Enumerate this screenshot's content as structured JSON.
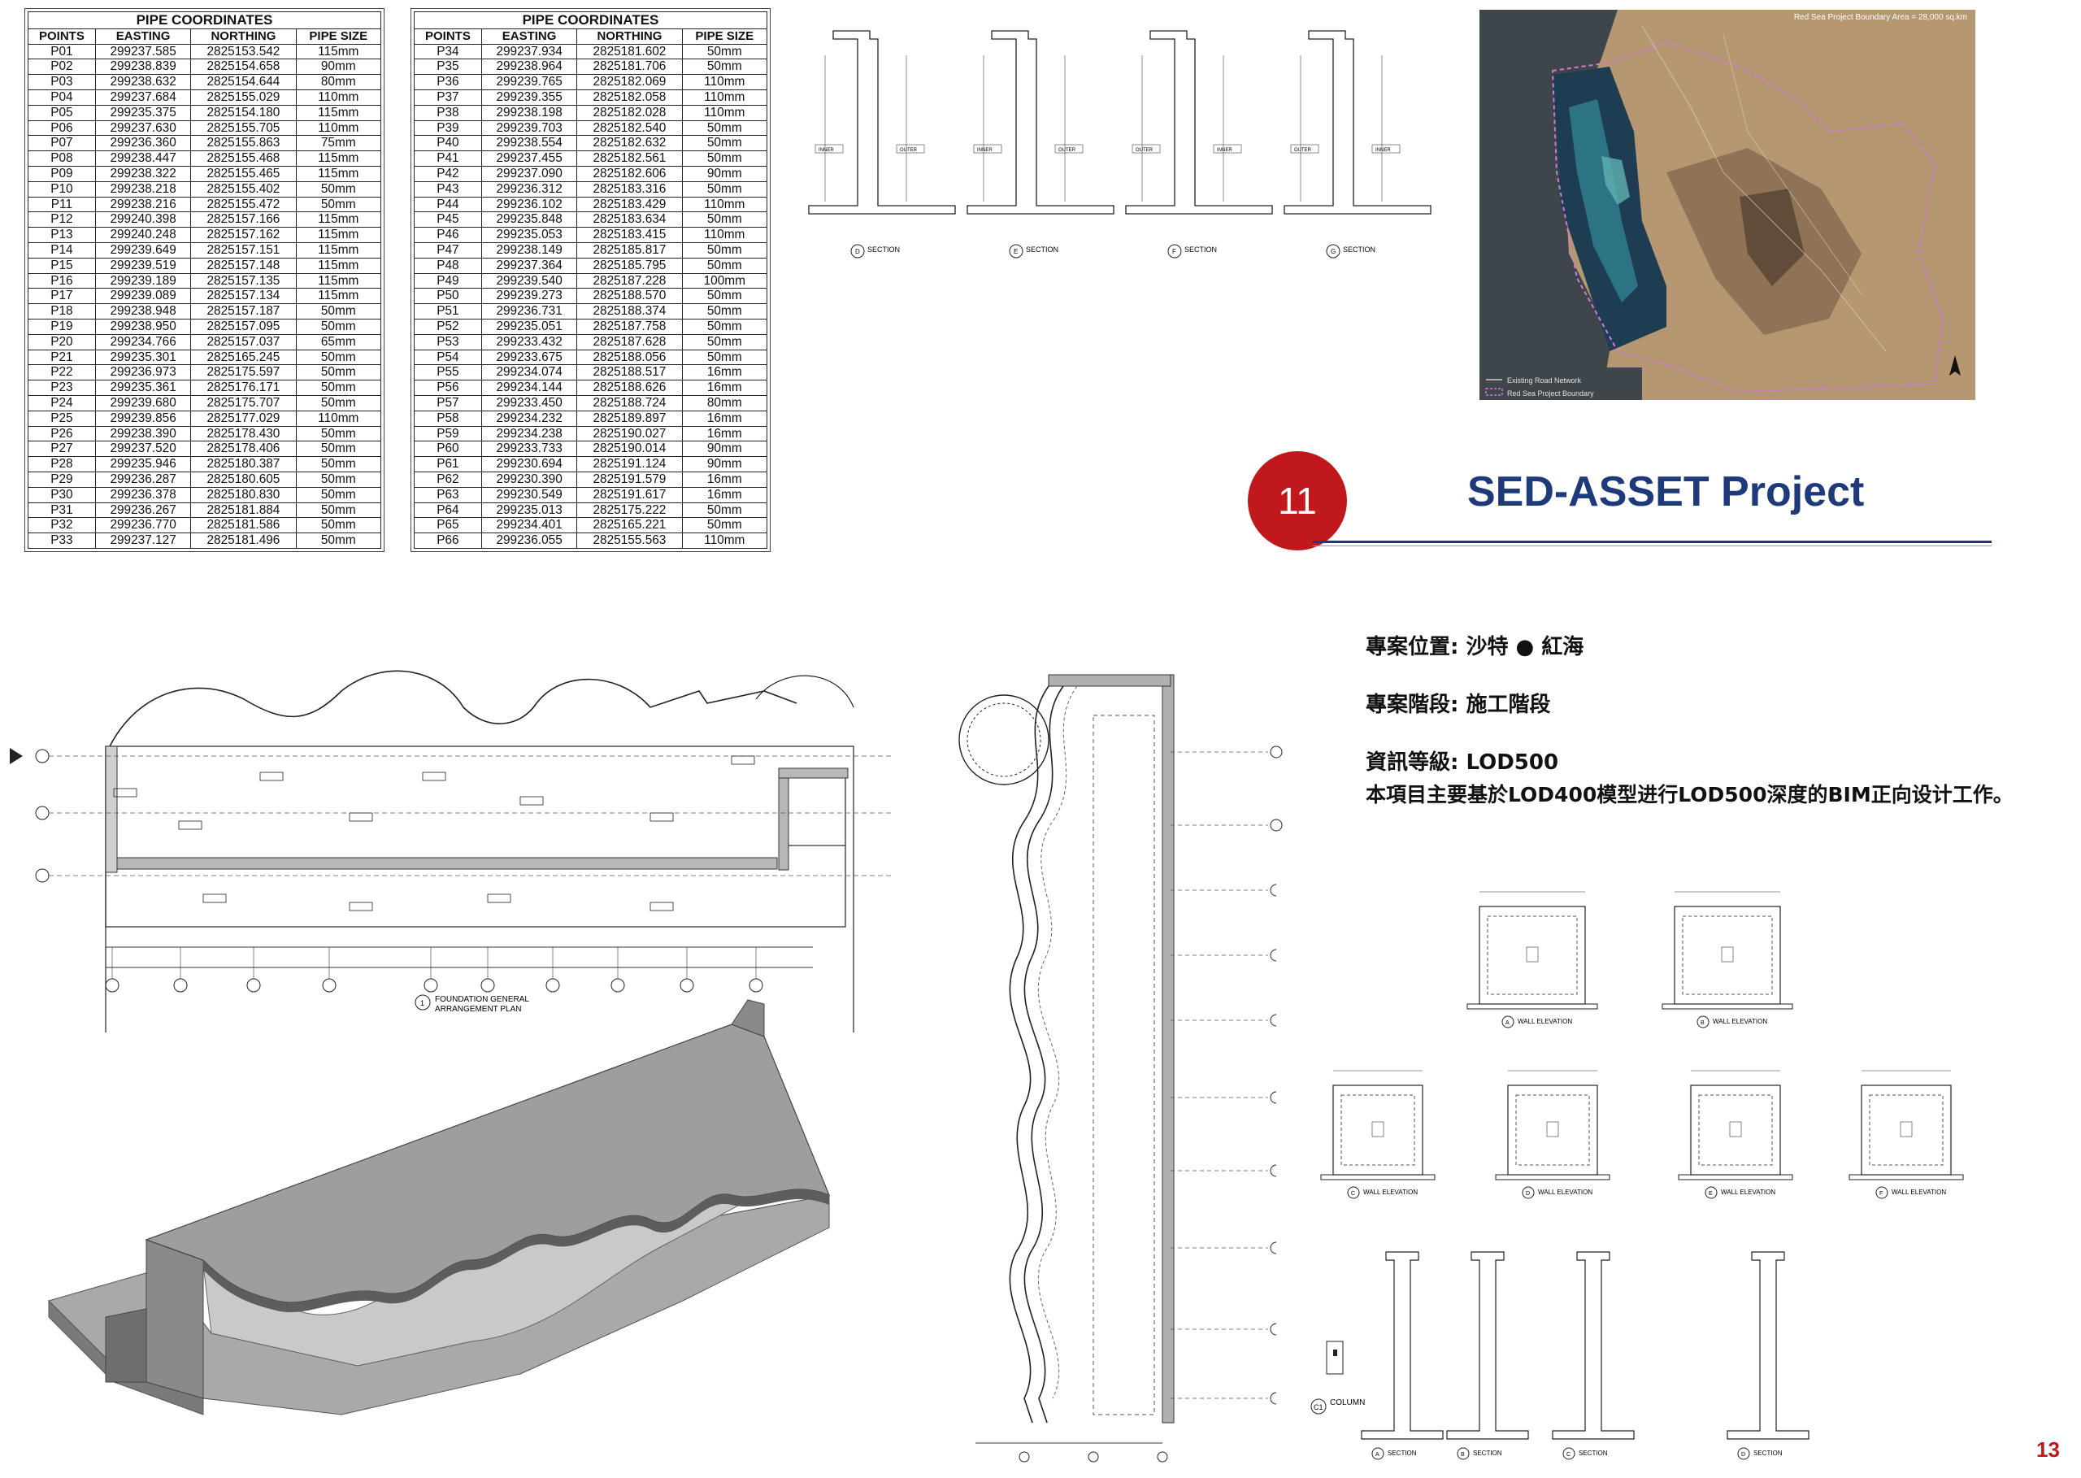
{
  "tables": [
    {
      "title": "PIPE COORDINATES",
      "headers": [
        "POINTS",
        "EASTING",
        "NORTHING",
        "PIPE SIZE"
      ],
      "rows": [
        [
          "P01",
          "299237.585",
          "2825153.542",
          "115mm"
        ],
        [
          "P02",
          "299238.839",
          "2825154.658",
          "90mm"
        ],
        [
          "P03",
          "299238.632",
          "2825154.644",
          "80mm"
        ],
        [
          "P04",
          "299237.684",
          "2825155.029",
          "110mm"
        ],
        [
          "P05",
          "299235.375",
          "2825154.180",
          "115mm"
        ],
        [
          "P06",
          "299237.630",
          "2825155.705",
          "110mm"
        ],
        [
          "P07",
          "299236.360",
          "2825155.863",
          "75mm"
        ],
        [
          "P08",
          "299238.447",
          "2825155.468",
          "115mm"
        ],
        [
          "P09",
          "299238.322",
          "2825155.465",
          "115mm"
        ],
        [
          "P10",
          "299238.218",
          "2825155.402",
          "50mm"
        ],
        [
          "P11",
          "299238.216",
          "2825155.472",
          "50mm"
        ],
        [
          "P12",
          "299240.398",
          "2825157.166",
          "115mm"
        ],
        [
          "P13",
          "299240.248",
          "2825157.162",
          "115mm"
        ],
        [
          "P14",
          "299239.649",
          "2825157.151",
          "115mm"
        ],
        [
          "P15",
          "299239.519",
          "2825157.148",
          "115mm"
        ],
        [
          "P16",
          "299239.189",
          "2825157.135",
          "115mm"
        ],
        [
          "P17",
          "299239.089",
          "2825157.134",
          "115mm"
        ],
        [
          "P18",
          "299238.948",
          "2825157.187",
          "50mm"
        ],
        [
          "P19",
          "299238.950",
          "2825157.095",
          "50mm"
        ],
        [
          "P20",
          "299234.766",
          "2825157.037",
          "65mm"
        ],
        [
          "P21",
          "299235.301",
          "2825165.245",
          "50mm"
        ],
        [
          "P22",
          "299236.973",
          "2825175.597",
          "50mm"
        ],
        [
          "P23",
          "299235.361",
          "2825176.171",
          "50mm"
        ],
        [
          "P24",
          "299239.680",
          "2825175.707",
          "50mm"
        ],
        [
          "P25",
          "299239.856",
          "2825177.029",
          "110mm"
        ],
        [
          "P26",
          "299238.390",
          "2825178.430",
          "50mm"
        ],
        [
          "P27",
          "299237.520",
          "2825178.406",
          "50mm"
        ],
        [
          "P28",
          "299235.946",
          "2825180.387",
          "50mm"
        ],
        [
          "P29",
          "299236.287",
          "2825180.605",
          "50mm"
        ],
        [
          "P30",
          "299236.378",
          "2825180.830",
          "50mm"
        ],
        [
          "P31",
          "299236.267",
          "2825181.884",
          "50mm"
        ],
        [
          "P32",
          "299236.770",
          "2825181.586",
          "50mm"
        ],
        [
          "P33",
          "299237.127",
          "2825181.496",
          "50mm"
        ]
      ]
    },
    {
      "title": "PIPE COORDINATES",
      "headers": [
        "POINTS",
        "EASTING",
        "NORTHING",
        "PIPE SIZE"
      ],
      "rows": [
        [
          "P34",
          "299237.934",
          "2825181.602",
          "50mm"
        ],
        [
          "P35",
          "299238.964",
          "2825181.706",
          "50mm"
        ],
        [
          "P36",
          "299239.765",
          "2825182.069",
          "110mm"
        ],
        [
          "P37",
          "299239.355",
          "2825182.058",
          "110mm"
        ],
        [
          "P38",
          "299238.198",
          "2825182.028",
          "110mm"
        ],
        [
          "P39",
          "299239.703",
          "2825182.540",
          "50mm"
        ],
        [
          "P40",
          "299238.554",
          "2825182.632",
          "50mm"
        ],
        [
          "P41",
          "299237.455",
          "2825182.561",
          "50mm"
        ],
        [
          "P42",
          "299237.090",
          "2825182.606",
          "90mm"
        ],
        [
          "P43",
          "299236.312",
          "2825183.316",
          "50mm"
        ],
        [
          "P44",
          "299236.102",
          "2825183.429",
          "110mm"
        ],
        [
          "P45",
          "299235.848",
          "2825183.634",
          "50mm"
        ],
        [
          "P46",
          "299235.053",
          "2825183.415",
          "110mm"
        ],
        [
          "P47",
          "299238.149",
          "2825185.817",
          "50mm"
        ],
        [
          "P48",
          "299237.364",
          "2825185.795",
          "50mm"
        ],
        [
          "P49",
          "299239.540",
          "2825187.228",
          "100mm"
        ],
        [
          "P50",
          "299239.273",
          "2825188.570",
          "50mm"
        ],
        [
          "P51",
          "299236.731",
          "2825188.374",
          "50mm"
        ],
        [
          "P52",
          "299235.051",
          "2825187.758",
          "50mm"
        ],
        [
          "P53",
          "299233.432",
          "2825187.628",
          "50mm"
        ],
        [
          "P54",
          "299233.675",
          "2825188.056",
          "50mm"
        ],
        [
          "P55",
          "299234.074",
          "2825188.517",
          "16mm"
        ],
        [
          "P56",
          "299234.144",
          "2825188.626",
          "16mm"
        ],
        [
          "P57",
          "299233.450",
          "2825188.724",
          "80mm"
        ],
        [
          "P58",
          "299234.232",
          "2825189.897",
          "16mm"
        ],
        [
          "P59",
          "299234.238",
          "2825190.027",
          "16mm"
        ],
        [
          "P60",
          "299233.733",
          "2825190.014",
          "90mm"
        ],
        [
          "P61",
          "299230.694",
          "2825191.124",
          "90mm"
        ],
        [
          "P62",
          "299230.390",
          "2825191.579",
          "16mm"
        ],
        [
          "P63",
          "299230.549",
          "2825191.617",
          "16mm"
        ],
        [
          "P64",
          "299235.013",
          "2825175.222",
          "50mm"
        ],
        [
          "P65",
          "299234.401",
          "2825165.221",
          "50mm"
        ],
        [
          "P66",
          "299236.055",
          "2825155.563",
          "110mm"
        ]
      ]
    }
  ],
  "sections": [
    {
      "tag": "D",
      "label": "SECTION",
      "left": "INNER",
      "right": "OUTER"
    },
    {
      "tag": "E",
      "label": "SECTION",
      "left": "INNER",
      "right": "OUTER"
    },
    {
      "tag": "F",
      "label": "SECTION",
      "left": "OUTER",
      "right": "INNER"
    },
    {
      "tag": "G",
      "label": "SECTION",
      "left": "OUTER",
      "right": "INNER"
    }
  ],
  "map": {
    "title": "Red Sea Project Boundary Area = 28,000 sq.km",
    "legend": [
      "Existing Road Network",
      "Red Sea Project Boundary"
    ]
  },
  "header": {
    "number": "11",
    "title": "SED-ASSET Project",
    "accent": "#1f3a7a",
    "badge_color": "#c0181c"
  },
  "info": {
    "location_label": "專案位置:",
    "location_value": "沙特 ● 紅海",
    "stage_label": "專案階段:",
    "stage_value": "施工階段",
    "lod_label": "資訊等級:",
    "lod_value": "LOD500",
    "description": "本項目主要基於LOD400模型进行LOD500深度的BIM正向设计工作。"
  },
  "plan": {
    "title_line1": "FOUNDATION GENERAL",
    "title_line2": "ARRANGEMENT PLAN",
    "tag": "1"
  },
  "elevations": {
    "top": [
      {
        "tag": "A",
        "label": "WALL ELEVATION"
      },
      {
        "tag": "B",
        "label": "WALL ELEVATION"
      }
    ],
    "bottom": [
      {
        "tag": "C",
        "label": "WALL ELEVATION"
      },
      {
        "tag": "D",
        "label": "WALL ELEVATION"
      },
      {
        "tag": "E",
        "label": "WALL ELEVATION"
      },
      {
        "tag": "F",
        "label": "WALL ELEVATION"
      }
    ],
    "column": {
      "tag": "C1",
      "label": "COLUMN"
    },
    "bottom_sections": [
      {
        "tag": "A",
        "label": "SECTION"
      },
      {
        "tag": "B",
        "label": "SECTION"
      },
      {
        "tag": "C",
        "label": "SECTION"
      },
      {
        "tag": "D",
        "label": "SECTION"
      }
    ]
  },
  "page_number": "13"
}
